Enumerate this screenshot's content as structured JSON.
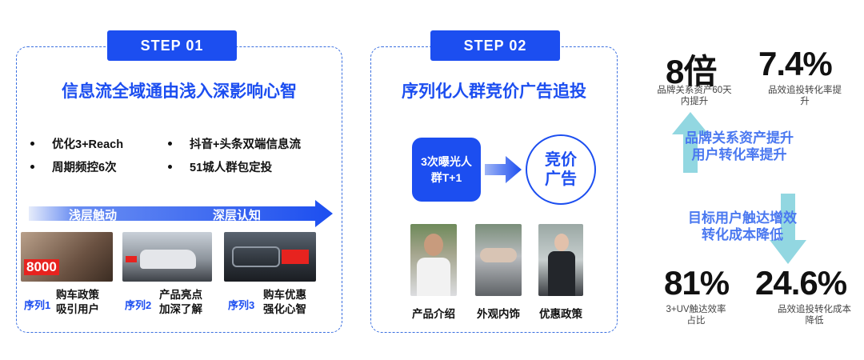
{
  "step1": {
    "tag": "STEP  01",
    "title": "信息流全域通由浅入深影响心智",
    "bullets": [
      "优化3+Reach",
      "周期频控6次",
      "抖音+头条双端信息流",
      "51城人群包定投"
    ],
    "arrow_left": "浅层触动",
    "arrow_right": "深层认知",
    "sequences": [
      {
        "label": "序列1",
        "desc_line1": "购车政策",
        "desc_line2": "吸引用户",
        "thumb_text": "8000"
      },
      {
        "label": "序列2",
        "desc_line1": "产品亮点",
        "desc_line2": "加深了解"
      },
      {
        "label": "序列3",
        "desc_line1": "购车优惠",
        "desc_line2": "强化心智"
      }
    ]
  },
  "step2": {
    "tag": "STEP  02",
    "title": "序列化人群竞价广告追投",
    "box_line1": "3次曝光人",
    "box_line2": "群T+1",
    "circle_line1": "竞价",
    "circle_line2": "广告",
    "videos": [
      "产品介绍",
      "外观内饰",
      "优惠政策"
    ]
  },
  "metrics": {
    "top_left": {
      "value": "8倍",
      "desc_line1": "品牌关系资产60天",
      "desc_line2": "内提升"
    },
    "top_right": {
      "value": "7.4%",
      "desc_line1": "品效追投转化率提",
      "desc_line2": "升"
    },
    "mid_upper_line1": "品牌关系资产提升",
    "mid_upper_line2": "用户转化率提升",
    "mid_lower_line1": "目标用户触达增效",
    "mid_lower_line2": "转化成本降低",
    "bottom_left": {
      "value": "81%",
      "desc_line1": "3+UV触达效率",
      "desc_line2": "占比"
    },
    "bottom_right": {
      "value": "24.6%",
      "desc_line1": "品效追投转化成本",
      "desc_line2": "降低"
    }
  },
  "colors": {
    "brand_blue": "#1c4ef0",
    "light_blue": "#4a78f0",
    "teal_arrow": "#7fd0dc"
  }
}
